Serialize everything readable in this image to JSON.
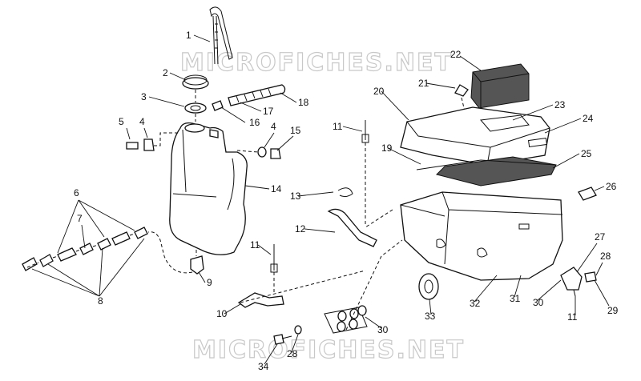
{
  "watermark": {
    "top": "MICROFICHES.NET",
    "bottom": "MICROFICHES.NET"
  },
  "callouts": [
    "1",
    "2",
    "3",
    "4",
    "4",
    "5",
    "6",
    "7",
    "8",
    "9",
    "10",
    "11",
    "11",
    "11",
    "12",
    "13",
    "14",
    "15",
    "16",
    "17",
    "18",
    "19",
    "20",
    "21",
    "22",
    "23",
    "24",
    "25",
    "26",
    "27",
    "28",
    "28",
    "29",
    "30",
    "30",
    "31",
    "32",
    "33",
    "34"
  ]
}
